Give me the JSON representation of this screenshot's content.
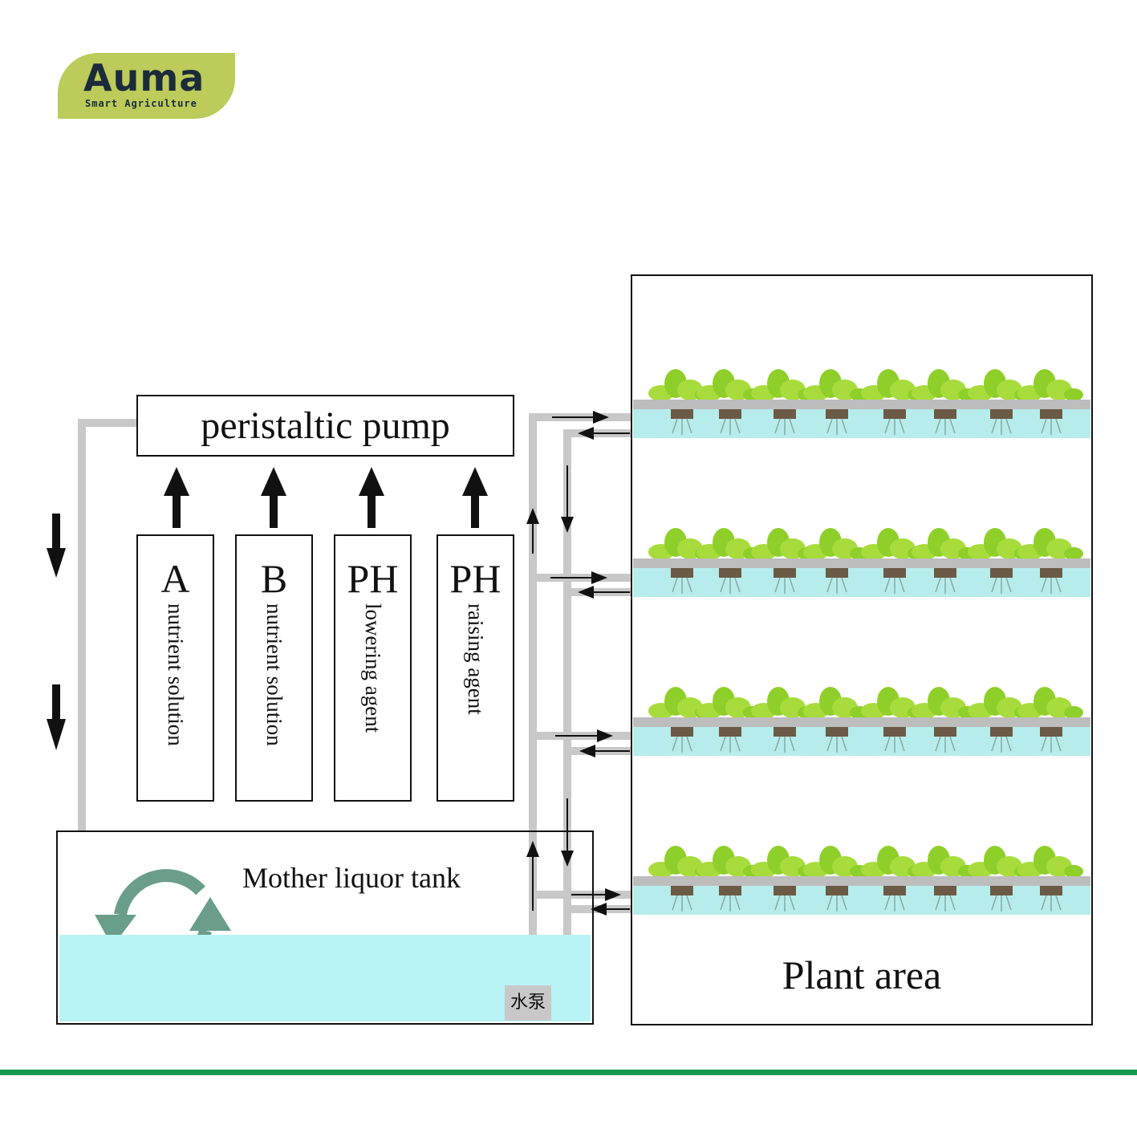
{
  "logo": {
    "brand": "Auma",
    "tagline": "Smart Agriculture",
    "color": "#bccb5a",
    "text_color": "#1b2b3a"
  },
  "pump": {
    "label": "peristaltic pump"
  },
  "reagents": [
    {
      "letter": "A",
      "label": "nutrient solution"
    },
    {
      "letter": "B",
      "label": "nutrient solution"
    },
    {
      "letter": "PH",
      "label": "lowering agent"
    },
    {
      "letter": "PH",
      "label": "raising agent"
    }
  ],
  "tank": {
    "label": "Mother liquor tank",
    "pump_label": "水泵",
    "water_color": "#b8f3f6"
  },
  "plant_area": {
    "label": "Plant area",
    "shelves": 4
  },
  "colors": {
    "pipe": "#c8c8c8",
    "footer_line": "#119a4f",
    "icon": "#6a9e8a"
  }
}
